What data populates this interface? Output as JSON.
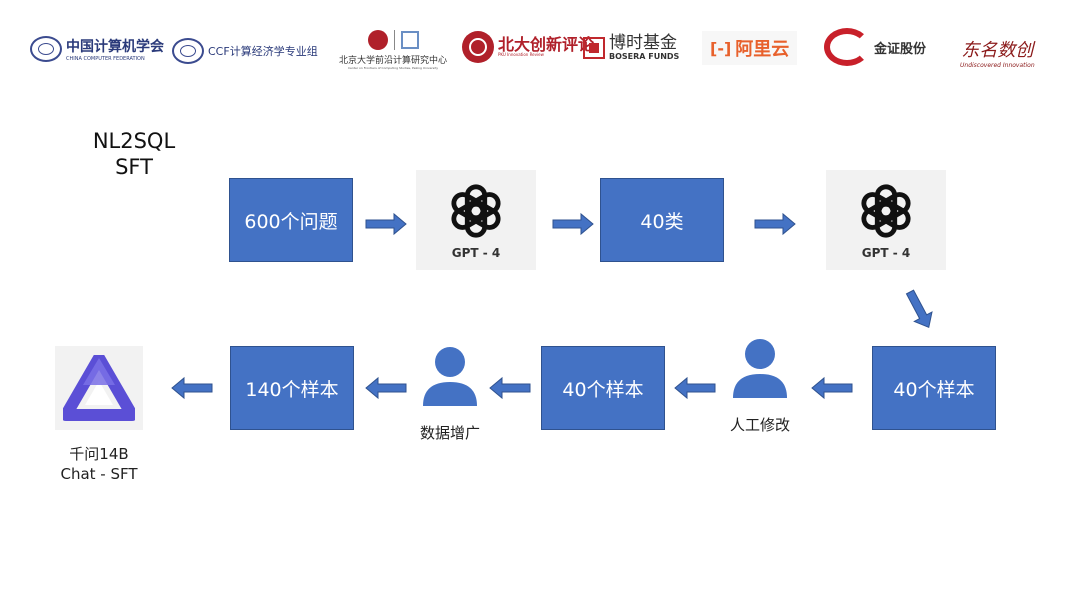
{
  "logos": {
    "ccf": "中国计算机学会",
    "ccf_sub": "CHINA COMPUTER FEDERATION",
    "ccf_econ": "CCF计算经济学专业组",
    "pku_center": "北京大学前沿计算研究中心",
    "pku_center_sub": "Center on Frontiers of Computing Studies, Peking University",
    "pku_review": "北大创新评论",
    "pku_review_en": "PKU Innovation Review",
    "bosera": "博时基金",
    "bosera_en": "BOSERA FUNDS",
    "aliyun": "阿里云",
    "aliyun_mark": "[-]",
    "jinzheng": "金证股份",
    "dongming": "东名数创",
    "dongming_en": "Undiscovered Innovation"
  },
  "title": {
    "line1": "NL2SQL",
    "line2": "SFT"
  },
  "nodes": {
    "questions": "600个问题",
    "gpt4_a": "GPT - 4",
    "classes": "40类",
    "gpt4_b": "GPT - 4",
    "samples_gen": "40个样本",
    "samples_edit": "40个样本",
    "samples_final": "140个样本"
  },
  "people": {
    "manual_edit": "人工修改",
    "augment": "数据增广"
  },
  "model": {
    "line1": "千问14B",
    "line2": "Chat - SFT"
  },
  "colors": {
    "box": "#4472c4",
    "box_border": "#2f528f",
    "arrow": "#4472c4",
    "person": "#4472c4"
  }
}
